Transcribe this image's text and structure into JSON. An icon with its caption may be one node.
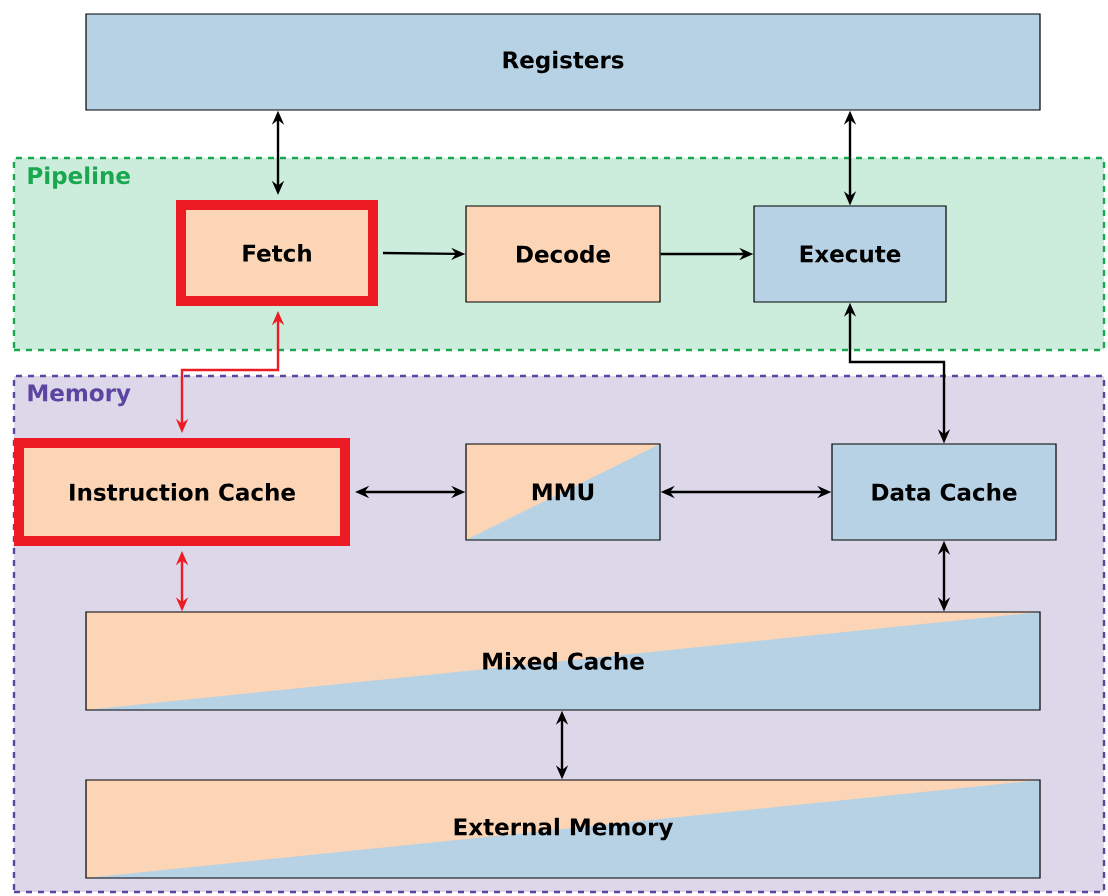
{
  "diagram": {
    "nodes": [
      {
        "text": [
          "Registers"
        ]
      },
      {
        "text": [
          "Pipeline"
        ]
      },
      {
        "text": [
          "Fetch"
        ],
        "in": 1
      },
      {
        "text": [
          "Decode"
        ],
        "in": 1
      },
      {
        "text": [
          "Execute"
        ],
        "in": 1
      },
      {
        "text": [
          "Memory"
        ]
      },
      {
        "text": [
          "Instruction Cache"
        ],
        "in": 5
      },
      {
        "text": [
          "MMU"
        ],
        "in": 5
      },
      {
        "text": [
          "Data Cache"
        ],
        "in": 5
      },
      {
        "text": [
          "Mixed Cache"
        ],
        "in": 5
      },
      {
        "text": [
          "External Memory"
        ],
        "in": 5
      }
    ],
    "edges": [
      {
        "from": 0,
        "to": 2,
        "arrow": "both"
      },
      {
        "from": 0,
        "to": 4,
        "arrow": "both"
      },
      {
        "from": 2,
        "to": 3,
        "arrow": "to"
      },
      {
        "from": 3,
        "to": 4,
        "arrow": "to"
      },
      {
        "from": 6,
        "to": 2,
        "arrow": "both",
        "color": "#ed1c24"
      },
      {
        "from": 8,
        "to": 4,
        "arrow": "both"
      },
      {
        "from": 6,
        "to": 7,
        "arrow": "both"
      },
      {
        "from": 7,
        "to": 8,
        "arrow": "both"
      },
      {
        "from": 6,
        "to": 9,
        "arrow": "both",
        "color": "#ed1c24"
      },
      {
        "from": 8,
        "to": 9,
        "arrow": "both"
      },
      {
        "from": 9,
        "to": 10,
        "arrow": "both"
      }
    ]
  }
}
